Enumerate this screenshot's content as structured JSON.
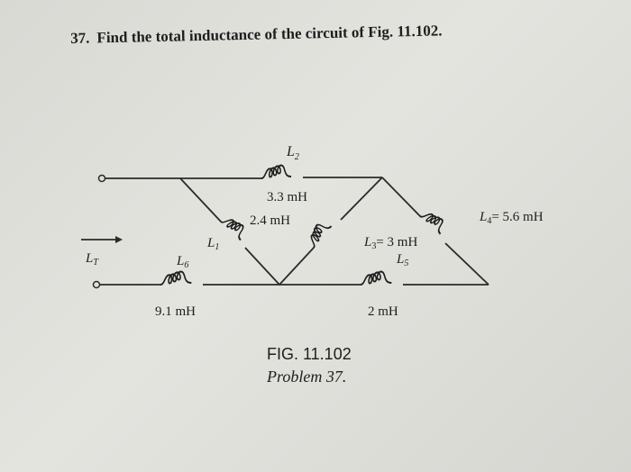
{
  "problem": {
    "number": "37.",
    "text": "Find the total inductance of the circuit of Fig. 11.102."
  },
  "circuit": {
    "total_label": "L",
    "total_sub": "T",
    "inductors": [
      {
        "name": "L",
        "sub": "1",
        "value": "2.4 mH"
      },
      {
        "name": "L",
        "sub": "2",
        "value": "3.3 mH"
      },
      {
        "name": "L",
        "sub": "3",
        "value": "= 3 mH"
      },
      {
        "name": "L",
        "sub": "4",
        "value": "= 5.6 mH"
      },
      {
        "name": "L",
        "sub": "5",
        "value": "2 mH"
      },
      {
        "name": "L",
        "sub": "6",
        "value": "9.1 mH"
      }
    ]
  },
  "caption": {
    "figure": "FIG. 11.102",
    "problem": "Problem 37."
  }
}
